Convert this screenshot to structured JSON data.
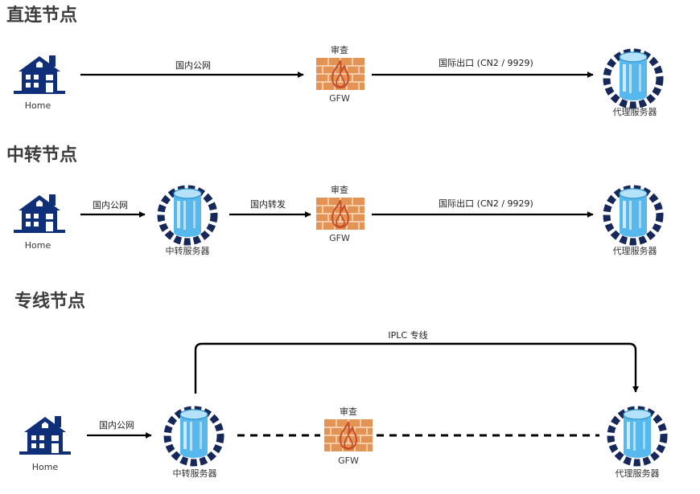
{
  "colors": {
    "house": "#0f2f78",
    "server_blue": "#56b8ec",
    "server_light": "#d8f0fc",
    "server_ring": "#16285a",
    "wall_brick": "#e39454",
    "wall_mortar": "#f6d3b2",
    "flame": "#c8502a",
    "line": "#000000"
  },
  "icons": {
    "home": "house-icon",
    "server": "server-icon",
    "firewall": "firewall-icon"
  },
  "sections": [
    {
      "title": "直连节点",
      "nodes": {
        "home": "Home",
        "gfw_top": "审查",
        "gfw_bottom": "GFW",
        "proxy": "代理服务器"
      },
      "edges": {
        "home_to_gfw": "国内公网",
        "gfw_to_proxy": "国际出口 (CN2 / 9929)"
      }
    },
    {
      "title": "中转节点",
      "nodes": {
        "home": "Home",
        "relay": "中转服务器",
        "gfw_top": "审查",
        "gfw_bottom": "GFW",
        "proxy": "代理服务器"
      },
      "edges": {
        "home_to_relay": "国内公网",
        "relay_to_gfw": "国内转发",
        "gfw_to_proxy": "国际出口 (CN2 / 9929)"
      }
    },
    {
      "title": "专线节点",
      "nodes": {
        "home": "Home",
        "relay": "中转服务器",
        "gfw_top": "审查",
        "gfw_bottom": "GFW",
        "proxy": "代理服务器"
      },
      "edges": {
        "home_to_relay": "国内公网",
        "iplc": "IPLC 专线"
      }
    }
  ]
}
